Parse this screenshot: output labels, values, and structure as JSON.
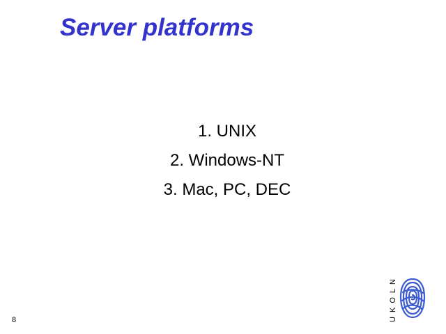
{
  "slide": {
    "title": "Server platforms",
    "items": [
      "1. UNIX",
      "2. Windows-NT",
      "3. Mac, PC, DEC"
    ],
    "page_number": "8",
    "logo_text": "UKOLN"
  },
  "colors": {
    "title": "#3333cc",
    "text": "#000000",
    "background": "#ffffff",
    "logo_blue": "#3d5bd1"
  },
  "icons": {
    "logo": "ukoln-logo-icon"
  }
}
